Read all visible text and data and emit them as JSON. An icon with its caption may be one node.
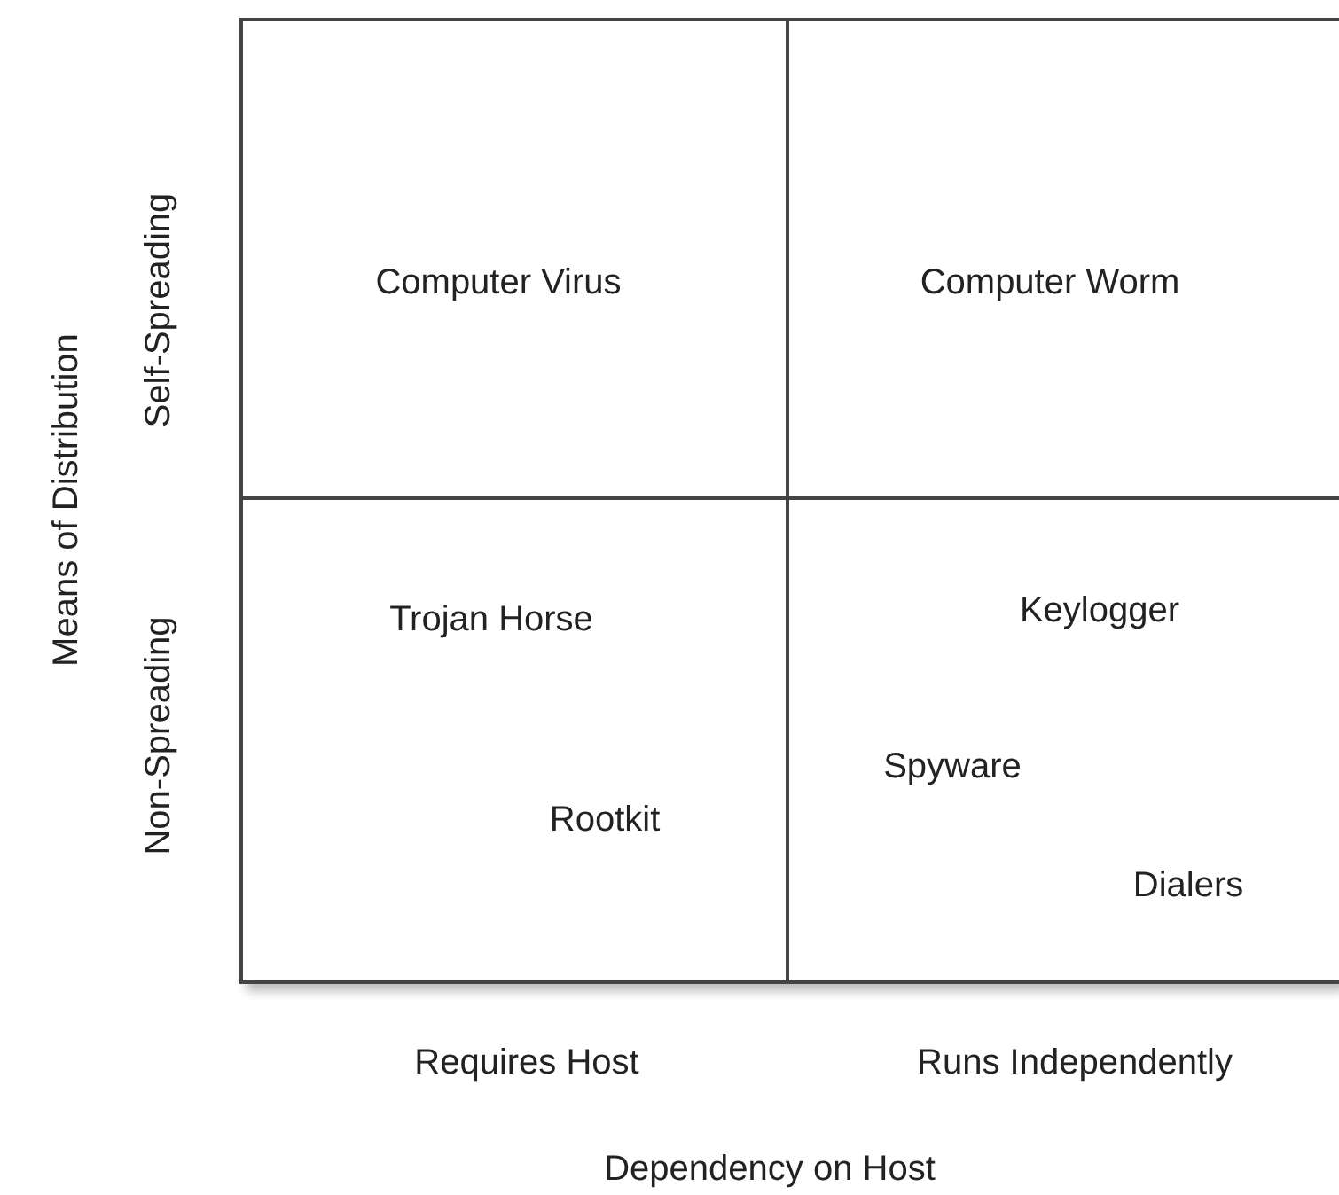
{
  "diagram": {
    "nodes": [
      {
        "text": [
          "Computer Virus"
        ]
      },
      {
        "text": [
          "Computer Worm"
        ]
      },
      {
        "text": [
          "Trojan Horse",
          "Rootkit"
        ]
      },
      {
        "text": [
          "Keylogger",
          "Spyware",
          "Dialers"
        ]
      }
    ],
    "labels": [
      "Self-Spreading",
      "Non-Spreading",
      "Means of Distribution",
      "Requires Host",
      "Runs Independently",
      "Dependency on Host"
    ]
  }
}
